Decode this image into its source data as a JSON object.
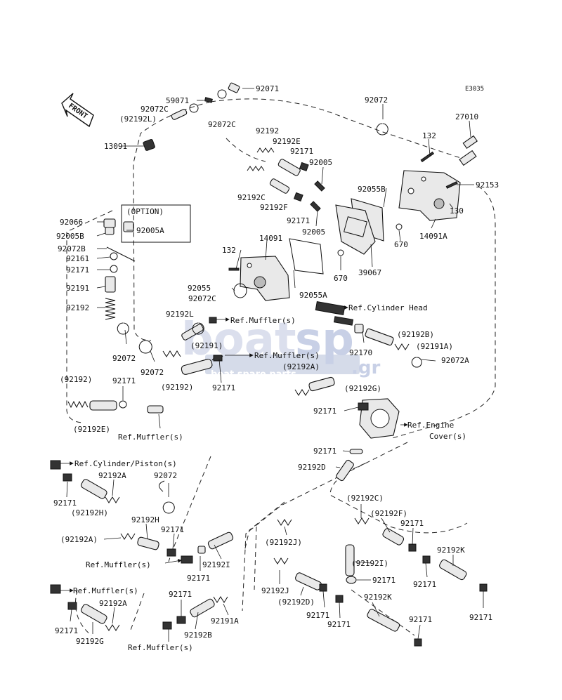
{
  "diagram_code": "E3035",
  "front_label": "FRONT",
  "option_label": "(OPTION)",
  "watermark": {
    "brand_left": "boat",
    "brand_right": "sp",
    "tld": ".gr",
    "tagline": "boat spare parts"
  },
  "labels": {
    "p92071": "92071",
    "p59071": "59071",
    "p92072C_a": "92072C",
    "p92192L_a": "(92192L)",
    "p92072C_b": "92072C",
    "p13091": "13091",
    "p92072_a": "92072",
    "p27010": "27010",
    "p132_a": "132",
    "p92153": "92153",
    "p130": "130",
    "p14091A": "14091A",
    "p92192": "92192",
    "p92192E": "92192E",
    "p92171_a": "92171",
    "p92005_a": "92005",
    "p92192C": "92192C",
    "p92192F": "92192F",
    "p92171_b": "92171",
    "p92055B": "92055B",
    "p92005_b": "92005",
    "p670_a": "670",
    "p670_b": "670",
    "p39067": "39067",
    "p92066": "92066",
    "p92005B": "92005B",
    "p92005A": "92005A",
    "p92072B": "92072B",
    "p92161": "92161",
    "p92171_c": "92171",
    "p132_b": "132",
    "p14091": "14091",
    "p92191": "92191",
    "p92192_b": "92192",
    "p92055": "92055",
    "p92072C_c": "92072C",
    "p92192L_b": "92192L",
    "p92055A": "92055A",
    "p92072_b": "92072",
    "p92072_c": "92072",
    "p92191p": "(92191)",
    "p92192_p": "(92192)",
    "p92171_d": "92171",
    "p92170": "92170",
    "p92192Bp": "(92192B)",
    "p92191Ap": "(92191A)",
    "p92072A": "92072A",
    "p92192Ap_a": "(92192A)",
    "p92192Gp": "(92192G)",
    "p92192p": "(92192)",
    "p92171_e": "92171",
    "p92192Ep": "(92192E)",
    "p92171_f": "92171",
    "p92171_g": "92171",
    "p92192D": "92192D",
    "p92072_d": "92072",
    "p92171_h": "92171",
    "p92192A_a": "92192A",
    "p92192Hp": "(92192H)",
    "p92192H": "92192H",
    "p92192Ap_b": "(92192A)",
    "p92171_i": "92171",
    "p92192I": "92192I",
    "p92171_j": "92171",
    "p92192Cp": "(92192C)",
    "p92192Fp": "(92192F)",
    "p92171_k": "92171",
    "p92192Jp": "(92192J)",
    "p92192Ip": "(92192I)",
    "p92171_l": "92171",
    "p92192K_a": "92192K",
    "p92171_m": "92171",
    "p92192J": "92192J",
    "p92192Dp": "(92192D)",
    "p92171_n": "92171",
    "p92192K_b": "92192K",
    "p92171_o": "92171",
    "p92171_p": "92171",
    "p92171_q": "92171",
    "p92191A": "92191A",
    "p92192B": "92192B",
    "p92171_r": "92171",
    "p92192A_b": "92192A",
    "p92192G": "92192G",
    "p92171_s": "92171"
  },
  "references": {
    "muffler_1": "Ref.Muffler(s)",
    "cylinder_head": "Ref.Cylinder Head",
    "muffler_2": "Ref.Muffler(s)",
    "muffler_3": "Ref.Muffler(s)",
    "engine_cover_1": "Ref.Engine",
    "engine_cover_2": "Cover(s)",
    "cylinder_piston": "Ref.Cylinder/Piston(s)",
    "muffler_4": "Ref.Muffler(s)",
    "muffler_5": "Ref.Muffler(s)",
    "muffler_6": "Ref.Muffler(s)"
  }
}
